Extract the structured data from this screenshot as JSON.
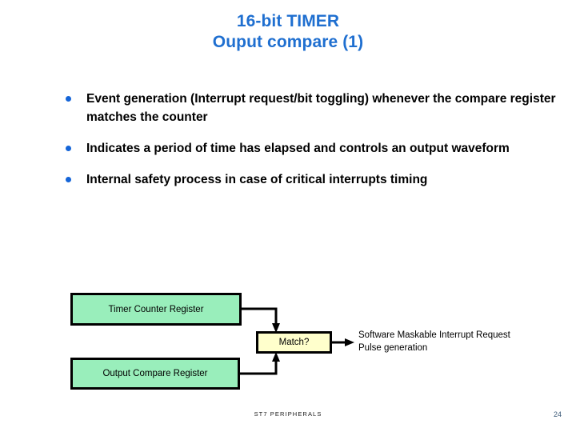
{
  "slide": {
    "title": {
      "line1": "16-bit TIMER",
      "line2": "Ouput compare (1)",
      "color": "#1f6fd0"
    },
    "bullets": [
      "Event generation (Interrupt request/bit toggling) whenever the compare register matches  the counter",
      "Indicates a period of time has elapsed and controls an output waveform",
      "Internal safety process in case of critical interrupts timing"
    ],
    "bullet_marker_color": "#1565d8",
    "diagram": {
      "boxes": [
        {
          "id": "timer-counter-register",
          "label": "Timer Counter Register",
          "fill": "#99eebb"
        },
        {
          "id": "output-compare-register",
          "label": "Output Compare Register",
          "fill": "#99eebb"
        },
        {
          "id": "match",
          "label": "Match?",
          "fill": "#ffffcc"
        }
      ],
      "note": {
        "line1": "Software Maskable Interrupt Request",
        "line2": "Pulse generation"
      },
      "connector_color": "#000000"
    },
    "footer": {
      "label": "ST7 PERIPHERALS",
      "page_number": "24",
      "page_number_color": "#3c5a78"
    }
  }
}
